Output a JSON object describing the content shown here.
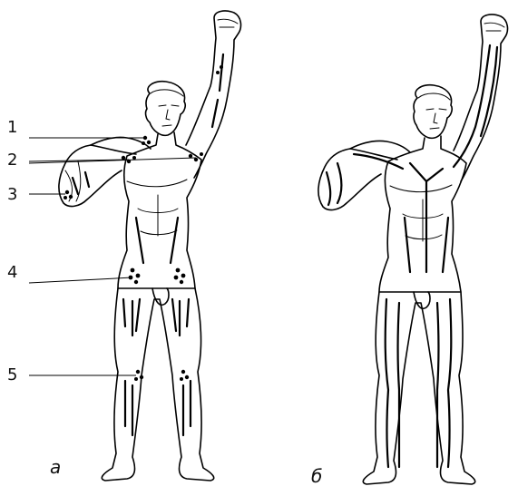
{
  "figure": {
    "left": {
      "caption": "а",
      "labels": [
        {
          "id": "1",
          "text": "1"
        },
        {
          "id": "2",
          "text": "2"
        },
        {
          "id": "3",
          "text": "3"
        },
        {
          "id": "4",
          "text": "4"
        },
        {
          "id": "5",
          "text": "5"
        }
      ]
    },
    "right": {
      "caption": "б"
    },
    "colors": {
      "ink": "#000000",
      "background": "#ffffff"
    }
  }
}
